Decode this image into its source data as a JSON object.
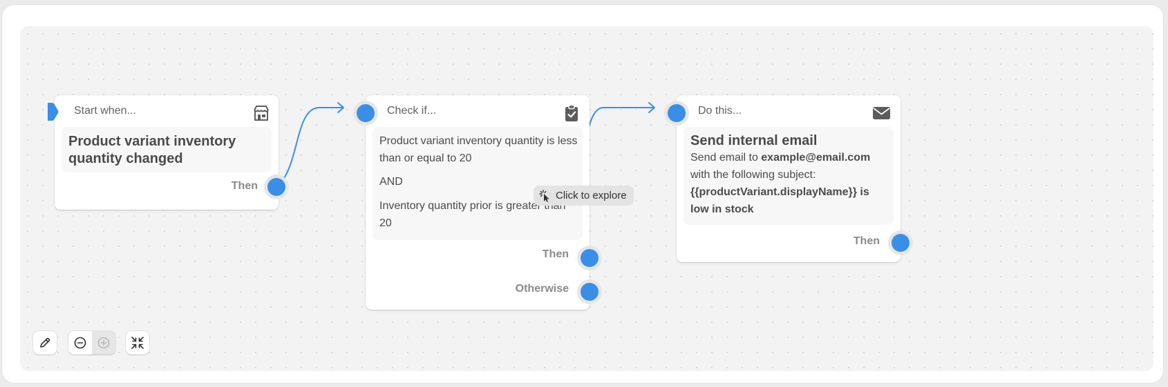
{
  "workflow": {
    "trigger": {
      "header": "Start when...",
      "header_icon": "store-icon",
      "event": "Product variant inventory quantity changed",
      "port_label": "Then"
    },
    "condition": {
      "header": "Check if...",
      "header_icon": "clipboard-check-icon",
      "rule_1": "Product variant inventory quantity is less than or equal to 20",
      "operator": "AND",
      "rule_2": "Inventory quantity prior is greater than 20",
      "then_label": "Then",
      "otherwise_label": "Otherwise"
    },
    "action": {
      "header": "Do this...",
      "header_icon": "envelope-icon",
      "title": "Send internal email",
      "line_prefix": "Send email to ",
      "recipient": "example@email.com",
      "line_middle": "with the following subject:",
      "subject": "{{productVariant.displayName}} is low in stock",
      "port_label": "Then"
    }
  },
  "tooltip": {
    "label": "Click to explore",
    "icon": "cursor-click-icon"
  },
  "toolbar": {
    "edit_icon": "pencil-icon",
    "zoom_out_icon": "zoom-out-icon",
    "zoom_in_icon": "zoom-in-icon",
    "fit_icon": "collapse-arrows-icon"
  },
  "colors": {
    "accent": "#3a8ee6",
    "canvas": "#f3f3f3",
    "card": "#ffffff",
    "body": "#f7f7f7"
  }
}
